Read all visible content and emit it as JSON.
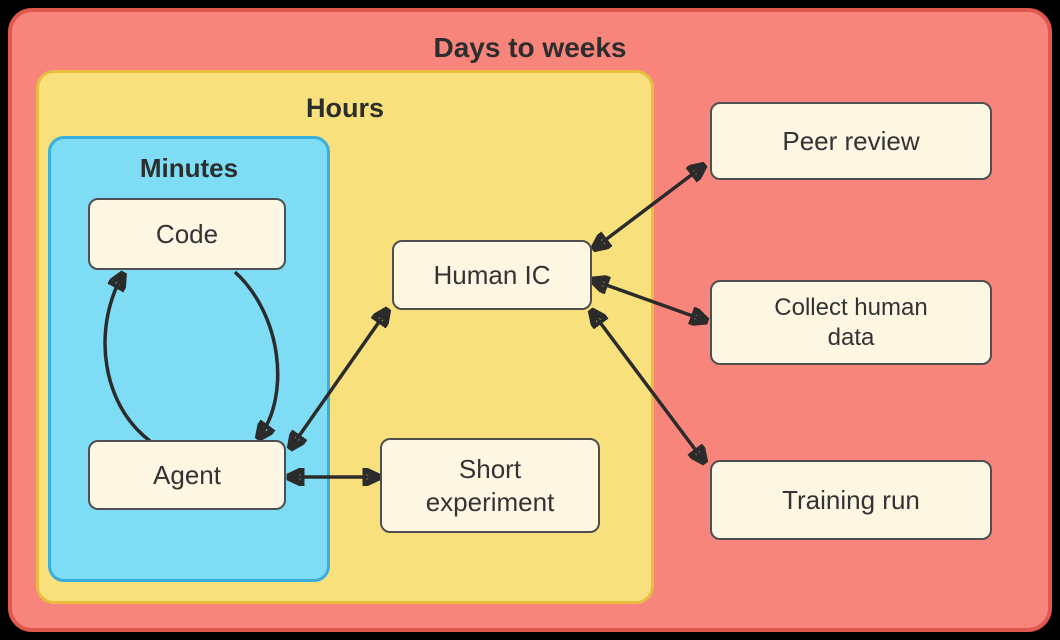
{
  "diagram": {
    "frames": {
      "outer": {
        "label": "Days to weeks"
      },
      "hours": {
        "label": "Hours"
      },
      "minutes": {
        "label": "Minutes"
      }
    },
    "nodes": {
      "code": {
        "label": "Code"
      },
      "agent": {
        "label": "Agent"
      },
      "human_ic": {
        "label": "Human IC"
      },
      "short_experiment": {
        "label": "Short experiment"
      },
      "peer_review": {
        "label": "Peer review"
      },
      "collect_human_data": {
        "label": "Collect human data"
      },
      "training_run": {
        "label": "Training run"
      }
    },
    "edges": [
      {
        "from": "agent",
        "to": "code",
        "style": "curved",
        "direction": "one-way"
      },
      {
        "from": "code",
        "to": "agent",
        "style": "curved",
        "direction": "one-way"
      },
      {
        "from": "agent",
        "to": "human_ic",
        "style": "straight",
        "direction": "two-way"
      },
      {
        "from": "agent",
        "to": "short_experiment",
        "style": "straight",
        "direction": "two-way"
      },
      {
        "from": "human_ic",
        "to": "peer_review",
        "style": "straight",
        "direction": "two-way"
      },
      {
        "from": "human_ic",
        "to": "collect_human_data",
        "style": "straight",
        "direction": "two-way"
      },
      {
        "from": "human_ic",
        "to": "training_run",
        "style": "straight",
        "direction": "two-way"
      }
    ],
    "colors": {
      "background": "#000000",
      "outer_fill": "#F8857C",
      "outer_border": "#E0584E",
      "hours_fill": "#F8E17C",
      "hours_border": "#E8BE41",
      "minutes_fill": "#7EDCF5",
      "minutes_border": "#38AEDC",
      "node_fill": "#FDF6E3",
      "node_border": "#4F4F4F",
      "arrow": "#2B2B2B",
      "text": "#2D2D2D"
    }
  }
}
